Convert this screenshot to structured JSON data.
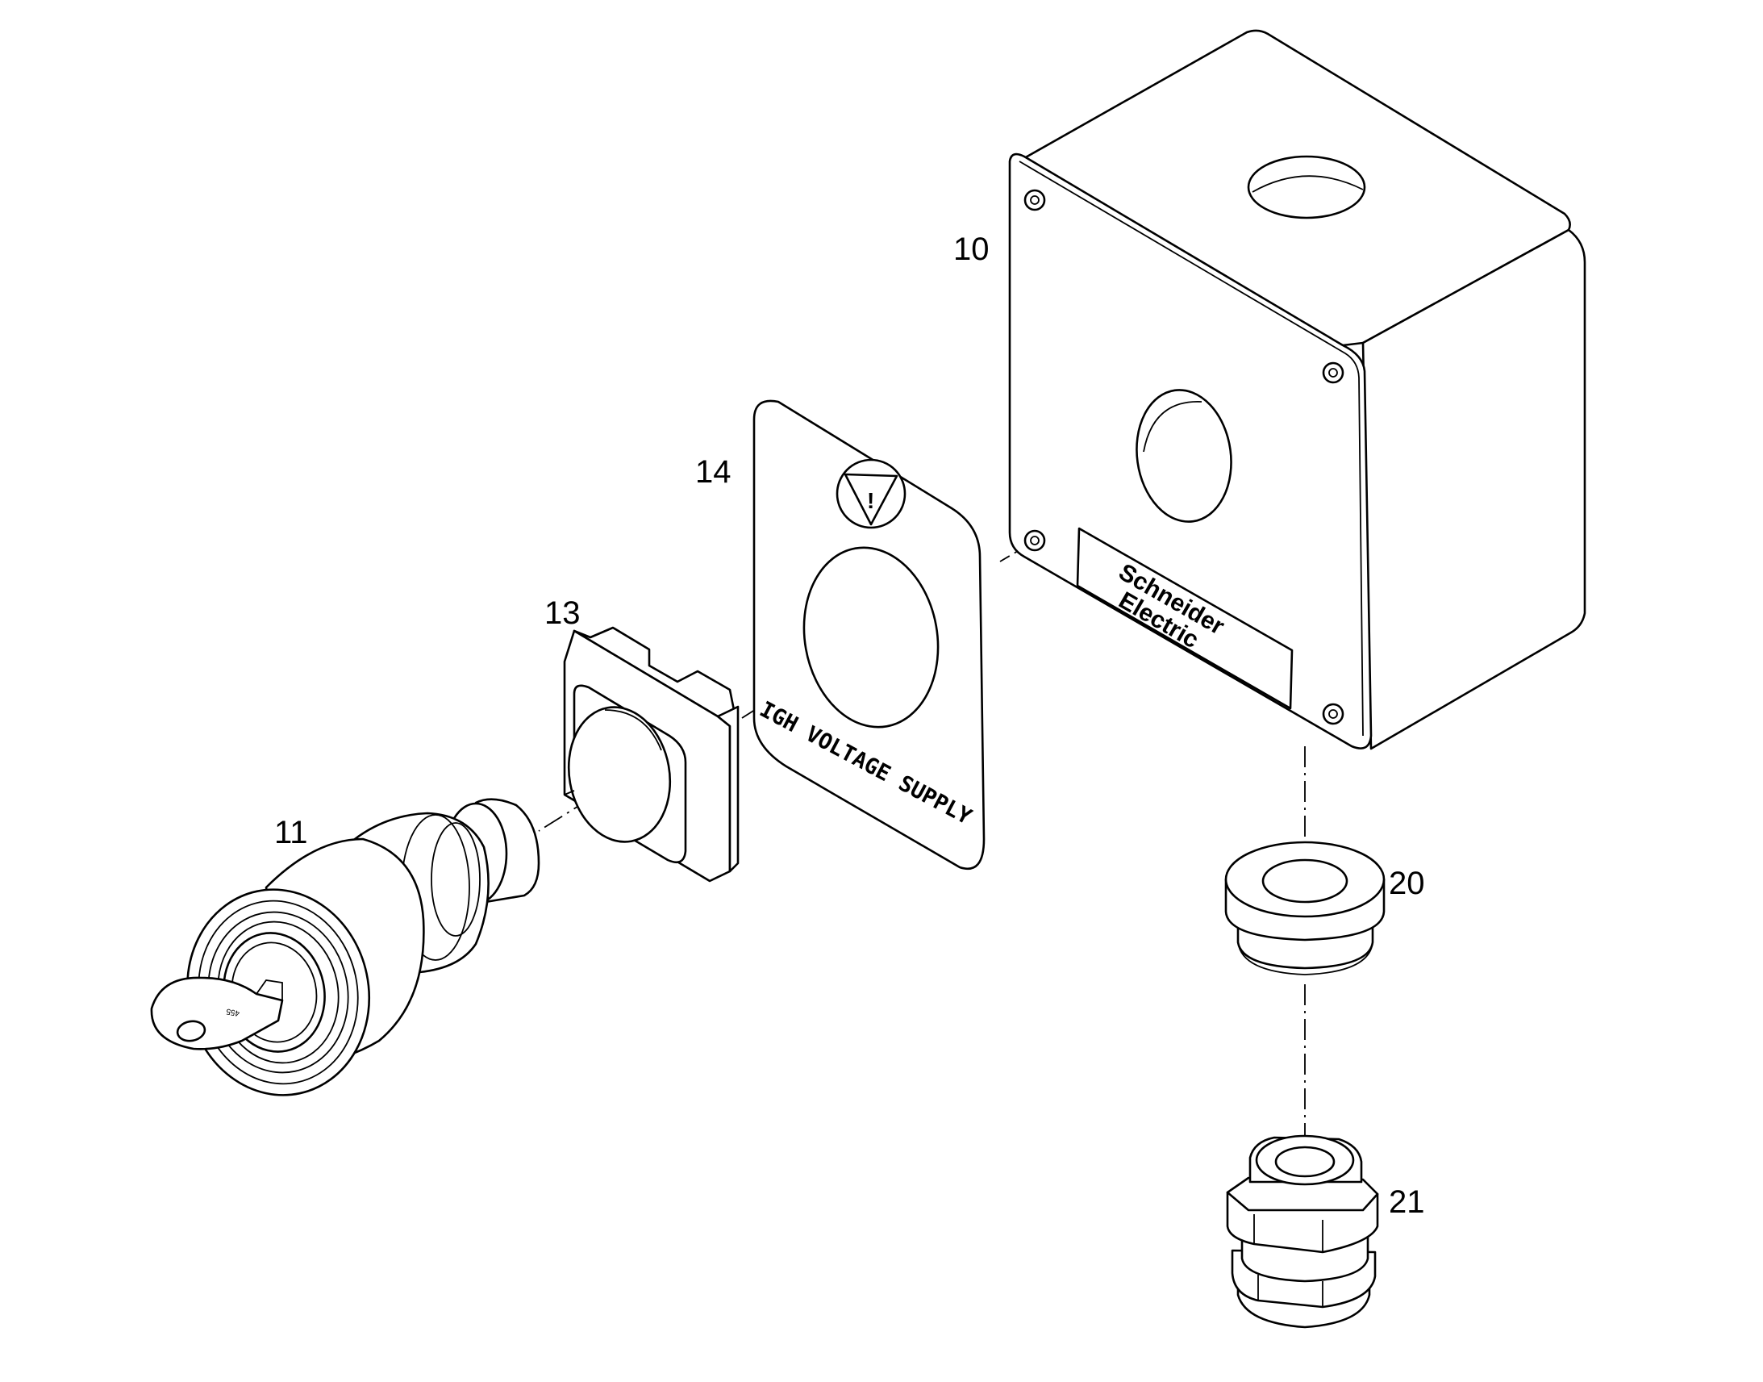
{
  "callouts": {
    "box": "10",
    "selector": "11",
    "adapter": "13",
    "legend_plate": "14",
    "gland_seal": "20",
    "cable_gland": "21"
  },
  "labels": {
    "plate_text": "IGH VOLTAGE SUPPLY",
    "brand_line1": "Schneider",
    "brand_line2": "Electric",
    "key_code": "455"
  },
  "colors": {
    "line": "#000000",
    "background": "#ffffff"
  }
}
